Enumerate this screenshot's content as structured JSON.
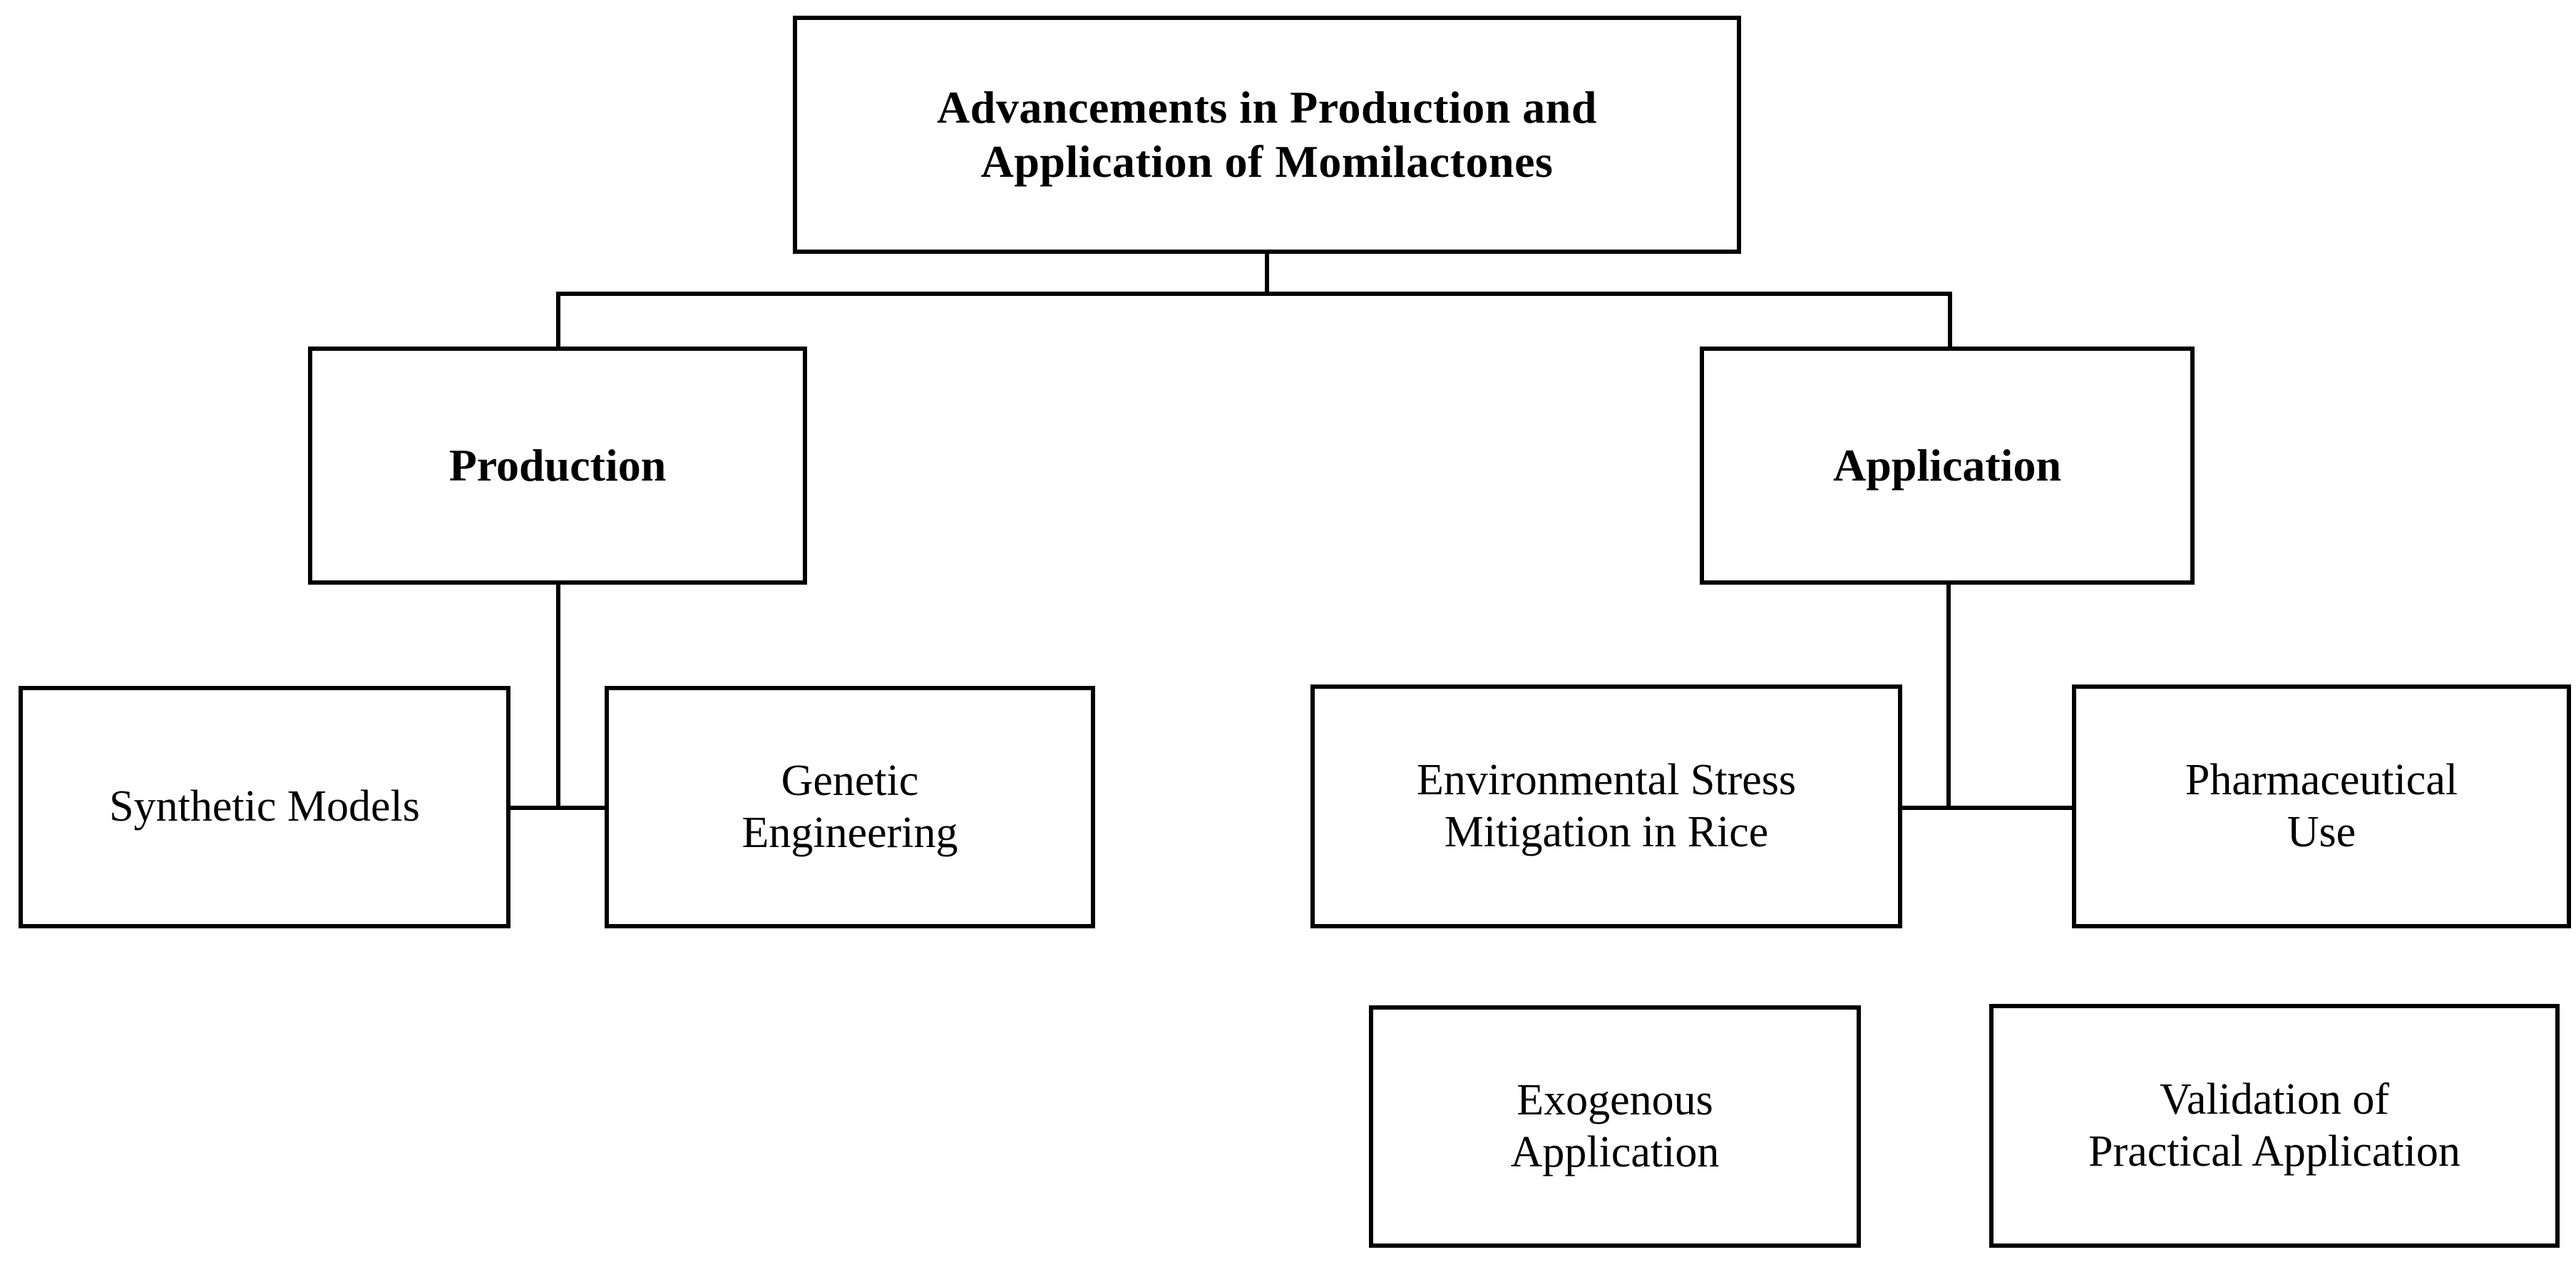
{
  "diagram": {
    "type": "hierarchy-flowchart",
    "orientation": "top-down",
    "background_color": "#ffffff",
    "line_color": "#000000",
    "text_color": "#000000",
    "root": {
      "id": "root",
      "label": "Advancements in Production and\nApplication of Momilactones",
      "bold": true,
      "level": 0
    },
    "branches": [
      {
        "id": "production",
        "label": "Production",
        "bold": true,
        "level": 1,
        "children": [
          {
            "id": "synthetic-models",
            "label": "Synthetic  Models",
            "bold": false,
            "level": 2
          },
          {
            "id": "genetic-engineering",
            "label": "Genetic\nEngineering",
            "bold": false,
            "level": 2
          }
        ]
      },
      {
        "id": "application",
        "label": "Application",
        "bold": true,
        "level": 1,
        "children": [
          {
            "id": "env-stress",
            "label": "Environmental Stress\nMitigation in Rice",
            "bold": false,
            "level": 2
          },
          {
            "id": "pharmaceutical-use",
            "label": "Pharmaceutical\nUse",
            "bold": false,
            "level": 2
          }
        ]
      }
    ],
    "unlinked_nodes": [
      {
        "id": "exogenous-application",
        "label": "Exogenous\nApplication",
        "bold": false,
        "level": 3
      },
      {
        "id": "validation",
        "label": "Validation of\nPractical Application",
        "bold": false,
        "level": 3
      }
    ],
    "connector_count": 9
  }
}
